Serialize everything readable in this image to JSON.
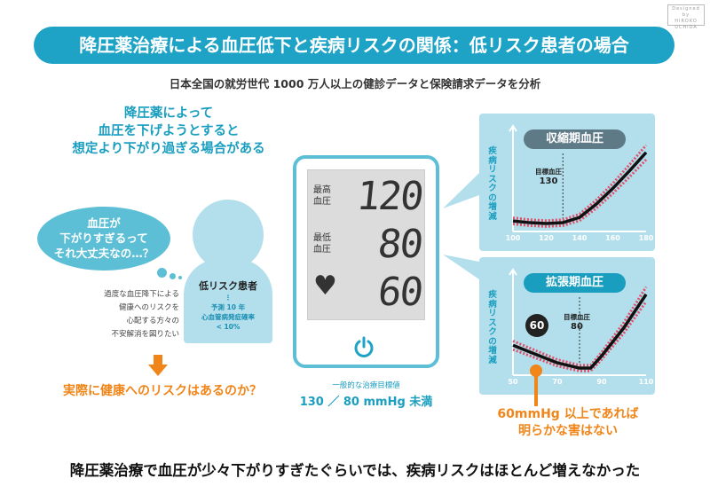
{
  "title": "降圧薬治療による血圧低下と疾病リスクの関係：低リスク患者の場合",
  "subtitle": "日本全国の就労世代 1000 万人以上の健診データと保険請求データを分析",
  "logo": {
    "line1": "Designed by",
    "line2": "HIROKO",
    "line3": "UCHIDA"
  },
  "lead": [
    "降圧薬によって",
    "血圧を下げようとすると",
    "想定より下がり過ぎる場合がある"
  ],
  "bubble": [
    "血圧が",
    "下がりすぎるって",
    "それ大丈夫なの…？"
  ],
  "patient": {
    "title": "低リスク患者",
    "dots": "⋮",
    "line1": "予測 10 年",
    "line2": "心血管病発症確率",
    "line3": "< 10%"
  },
  "worry": [
    "過度な血圧降下による",
    "健康へのリスクを",
    "心配する方々の",
    "不安解消を図りたい"
  ],
  "question": "実際に健康へのリスクはあるのか？",
  "monitor": {
    "sys_label": [
      "最高",
      "血圧"
    ],
    "sys_value": "120",
    "dia_label": [
      "最低",
      "血圧"
    ],
    "dia_value": "80",
    "heart_icon": "heart-icon",
    "pulse_value": "60",
    "power_icon": "power-icon"
  },
  "goal": {
    "label": "一般的な治療目標値",
    "value": "130 ／ 80 mmHg 未満"
  },
  "charts": [
    {
      "title": "収縮期血圧",
      "ylabel": "疾病リスクの増減",
      "target_label": "目標血圧",
      "target_value": "130",
      "title_color": "#5f7a87",
      "xticks": [
        "100",
        "120",
        "140",
        "160",
        "180"
      ]
    },
    {
      "title": "拡張期血圧",
      "ylabel": "疾病リスクの増減",
      "target_label": "目標血圧",
      "target_value": "80",
      "title_color": "#1a9ec0",
      "marker": "60",
      "xticks": [
        "50",
        "70",
        "90",
        "110"
      ]
    }
  ],
  "chart_data": [
    {
      "type": "line",
      "xlim": [
        100,
        180
      ],
      "x": [
        100,
        110,
        120,
        130,
        140,
        150,
        160,
        170,
        180
      ],
      "values": [
        0.08,
        0.06,
        0.05,
        0.06,
        0.12,
        0.27,
        0.45,
        0.65,
        0.86
      ],
      "ci": true,
      "xlabel": "",
      "ylabel": "疾病リスクの増減"
    },
    {
      "type": "line",
      "xlim": [
        50,
        110
      ],
      "x": [
        50,
        60,
        70,
        80,
        85,
        90,
        100,
        110
      ],
      "values": [
        0.3,
        0.2,
        0.1,
        0.04,
        0.04,
        0.18,
        0.5,
        0.88
      ],
      "ci": true,
      "xlabel": "",
      "ylabel": "疾病リスクの増減"
    }
  ],
  "note": [
    "60mmHg 以上であれば",
    "明らかな害はない"
  ],
  "bottom": "降圧薬治療で血圧が少々下がりすぎたぐらいでは、疾病リスクはほとんど増えなかった",
  "colors": {
    "teal": "#1ea3c6",
    "light": "#b3dfec",
    "orange": "#f08519",
    "ci": "#e0506a"
  }
}
